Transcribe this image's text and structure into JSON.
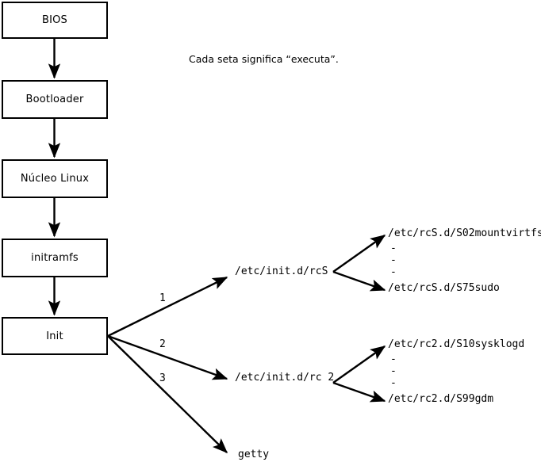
{
  "diagram": {
    "title_note": "Cada seta significa “executa”.",
    "boot_chain": [
      {
        "label": "BIOS"
      },
      {
        "label": "Bootloader"
      },
      {
        "label": "Núcleo Linux"
      },
      {
        "label": "initramfs"
      },
      {
        "label": "Init"
      }
    ],
    "init_branches": [
      {
        "number": "1",
        "label": "/etc/init.d/rcS"
      },
      {
        "number": "2",
        "label": "/etc/init.d/rc 2"
      },
      {
        "number": "3",
        "label": "getty"
      }
    ],
    "rcs_scripts": {
      "first": "/etc/rcS.d/S02mountvirtfs",
      "ellipsis": [
        "-",
        "-",
        "-"
      ],
      "last": "/etc/rcS.d/S75sudo"
    },
    "rc2_scripts": {
      "first": "/etc/rc2.d/S10sysklogd",
      "ellipsis": [
        "-",
        "-",
        "-"
      ],
      "last": "/etc/rc2.d/S99gdm"
    },
    "colors": {
      "stroke": "#000000",
      "fill": "#ffffff",
      "text": "#000000"
    }
  }
}
